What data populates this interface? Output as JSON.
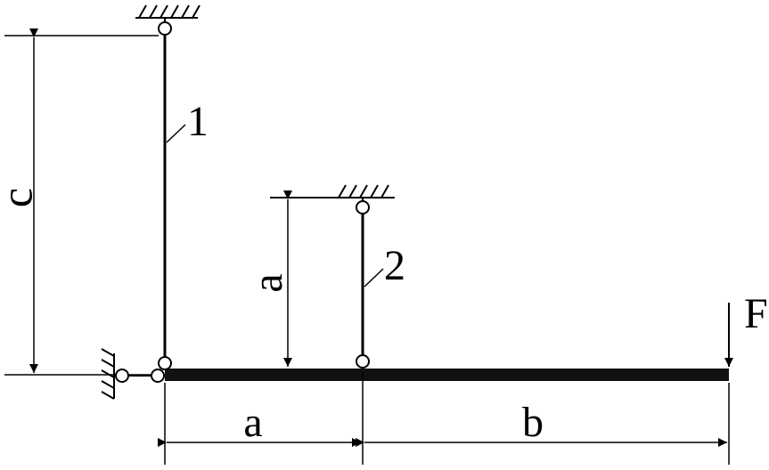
{
  "labels": {
    "rod1": "1",
    "rod2": "2",
    "dim_c": "c",
    "dim_a_vertical": "a",
    "dim_a_horizontal": "a",
    "dim_b": "b",
    "force": "F"
  }
}
